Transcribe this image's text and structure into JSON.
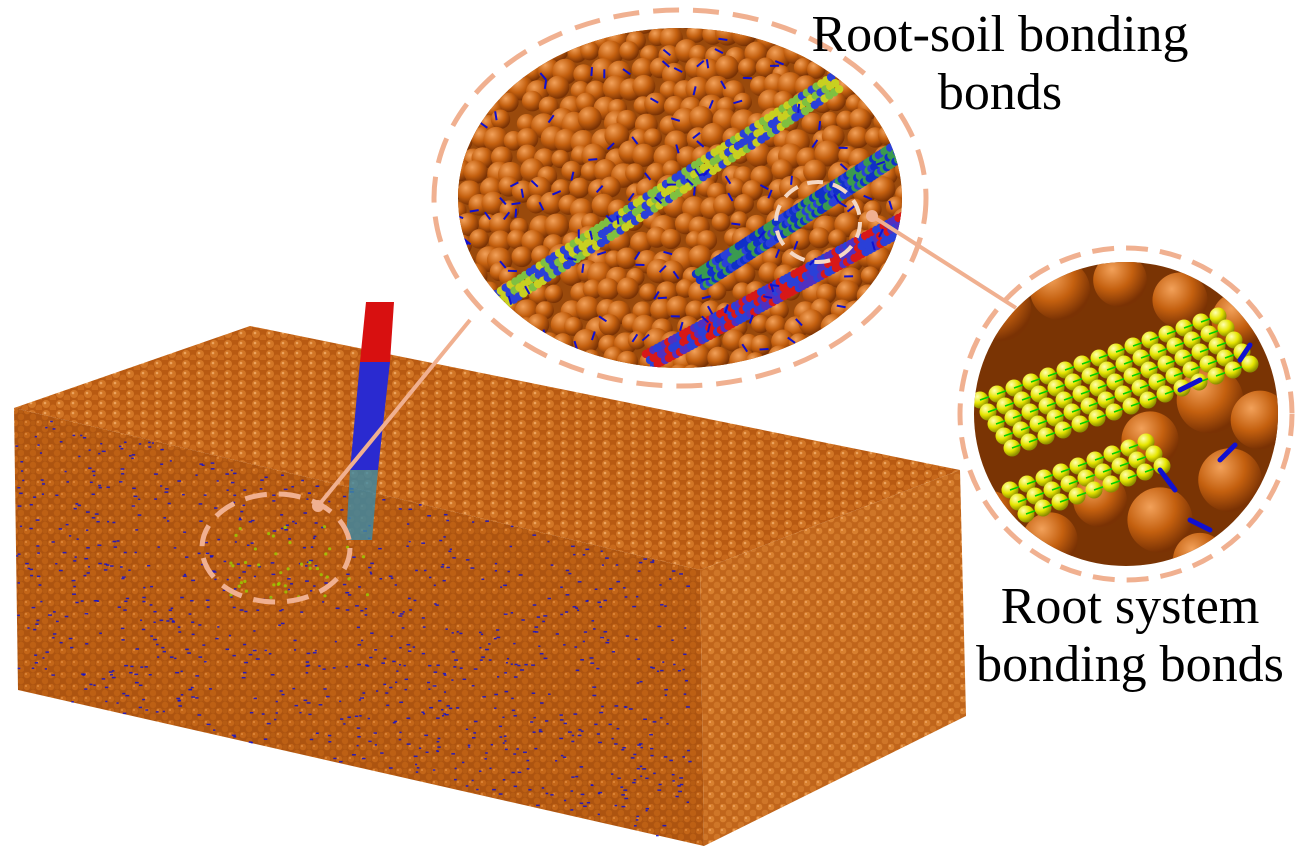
{
  "labels": {
    "root_soil": {
      "line1": "Root-soil bonding",
      "line2": "bonds"
    },
    "root_system": {
      "line1": "Root system",
      "line2": "bonding bonds"
    }
  },
  "colors": {
    "soil_particle": "#c4600f",
    "soil_particle_dark": "#8a3d06",
    "soil_particle_light": "#e08a3c",
    "root_particle": "#e0e000",
    "root_bond": "#00d000",
    "soil_bond": "#1010d0",
    "root_stem": "#e01010",
    "callout": "#f0b090"
  },
  "figure": {
    "soil_block": "soil-particle-block",
    "root_stem": "root-stem",
    "zoom_large": "root-soil-zoom",
    "zoom_small": "root-system-zoom"
  }
}
